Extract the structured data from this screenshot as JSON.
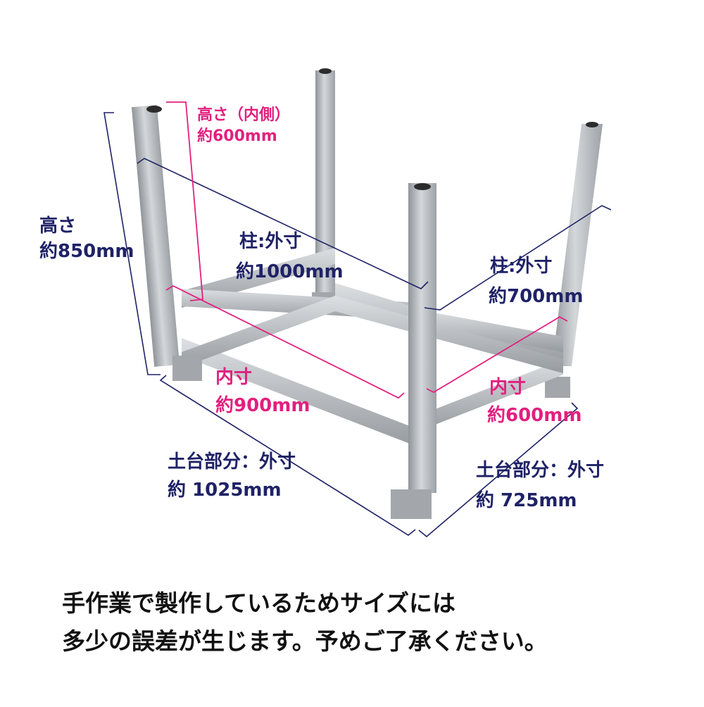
{
  "labels": {
    "total_height": {
      "line1": "高さ",
      "line2": "約850mm"
    },
    "inner_height": {
      "line1": "高さ（内側）",
      "line2": "約600mm"
    },
    "pillar_outer_length": {
      "line1": "柱:外寸",
      "line2": "約1000mm"
    },
    "pillar_outer_width": {
      "line1": "柱:外寸",
      "line2": "約700mm"
    },
    "inner_length": {
      "line1": "内寸",
      "line2": "約900mm"
    },
    "inner_width": {
      "line1": "内寸",
      "line2": "約600mm"
    },
    "base_outer_length": {
      "line1": "土台部分：外寸",
      "line2": "約 1025mm"
    },
    "base_outer_width": {
      "line1": "土台部分：外寸",
      "line2": "約 725mm"
    }
  },
  "note": {
    "line1": "手作業で製作しているためサイズには",
    "line2": "多少の誤差が生じます。予めご了承ください。"
  },
  "colors": {
    "outer_dimension": "#1f2266",
    "inner_dimension": "#e2207f",
    "frame_metal": "#b4b8bc",
    "note_text": "#111111"
  }
}
